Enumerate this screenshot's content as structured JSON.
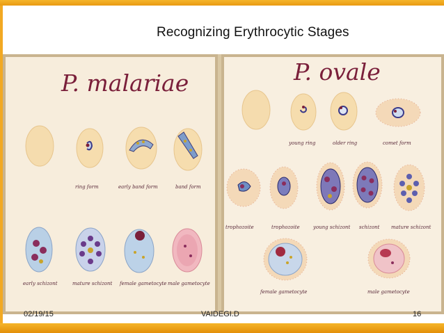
{
  "slide": {
    "title": "Recognizing Erythrocytic Stages",
    "footer_date": "02/19/15",
    "footer_author": "VAIDEGI.D",
    "page_number": "16"
  },
  "left_plate": {
    "heading": "P. malariae",
    "labels": [
      "ring form",
      "early band form",
      "band form",
      "early schizont",
      "mature schizont",
      "female gametocyte",
      "male gametocyte"
    ]
  },
  "right_plate": {
    "heading": "P. ovale",
    "labels": [
      "young ring",
      "older ring",
      "comet form",
      "trophozoite",
      "trophozoite",
      "young schizont",
      "schizont",
      "mature schizont",
      "female gametocyte",
      "male gametocyte"
    ]
  },
  "colors": {
    "accent": "#f2a923",
    "heading": "#7a1f3a",
    "plate_bg": "#f7eddc"
  }
}
